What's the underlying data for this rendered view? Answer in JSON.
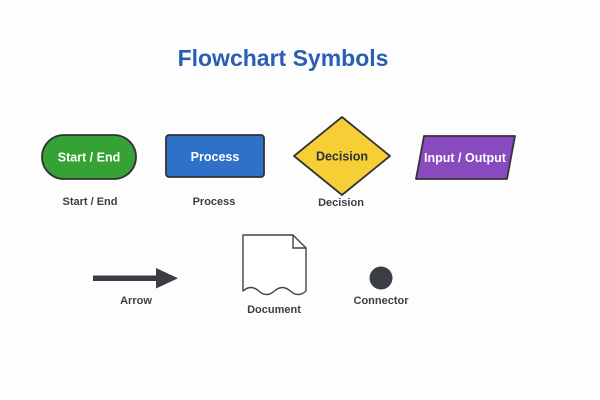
{
  "title": "Flowchart Symbols",
  "colors": {
    "title": "#2a5db4",
    "start_end_fill": "#35a235",
    "process_fill": "#2f70c8",
    "decision_fill": "#f6ce36",
    "input_output_fill": "#8a4abf",
    "shape_stroke": "#333333",
    "dark": "#3a3e44",
    "label_light": "#ffffff",
    "label_dark": "#2f3337",
    "caption_color": "#3b4045",
    "document_fill": "#ffffff",
    "document_stroke": "#444444",
    "background": "#fdfdfd"
  },
  "shapes": {
    "start_end": {
      "label": "Start / End",
      "caption": "Start / End"
    },
    "process": {
      "label": "Process",
      "caption": "Process"
    },
    "decision": {
      "label": "Decision",
      "caption": "Decision"
    },
    "input_output": {
      "label": "Input / Output"
    },
    "arrow": {
      "caption": "Arrow"
    },
    "document": {
      "caption": "Document"
    },
    "connector": {
      "caption": "Connector"
    }
  }
}
